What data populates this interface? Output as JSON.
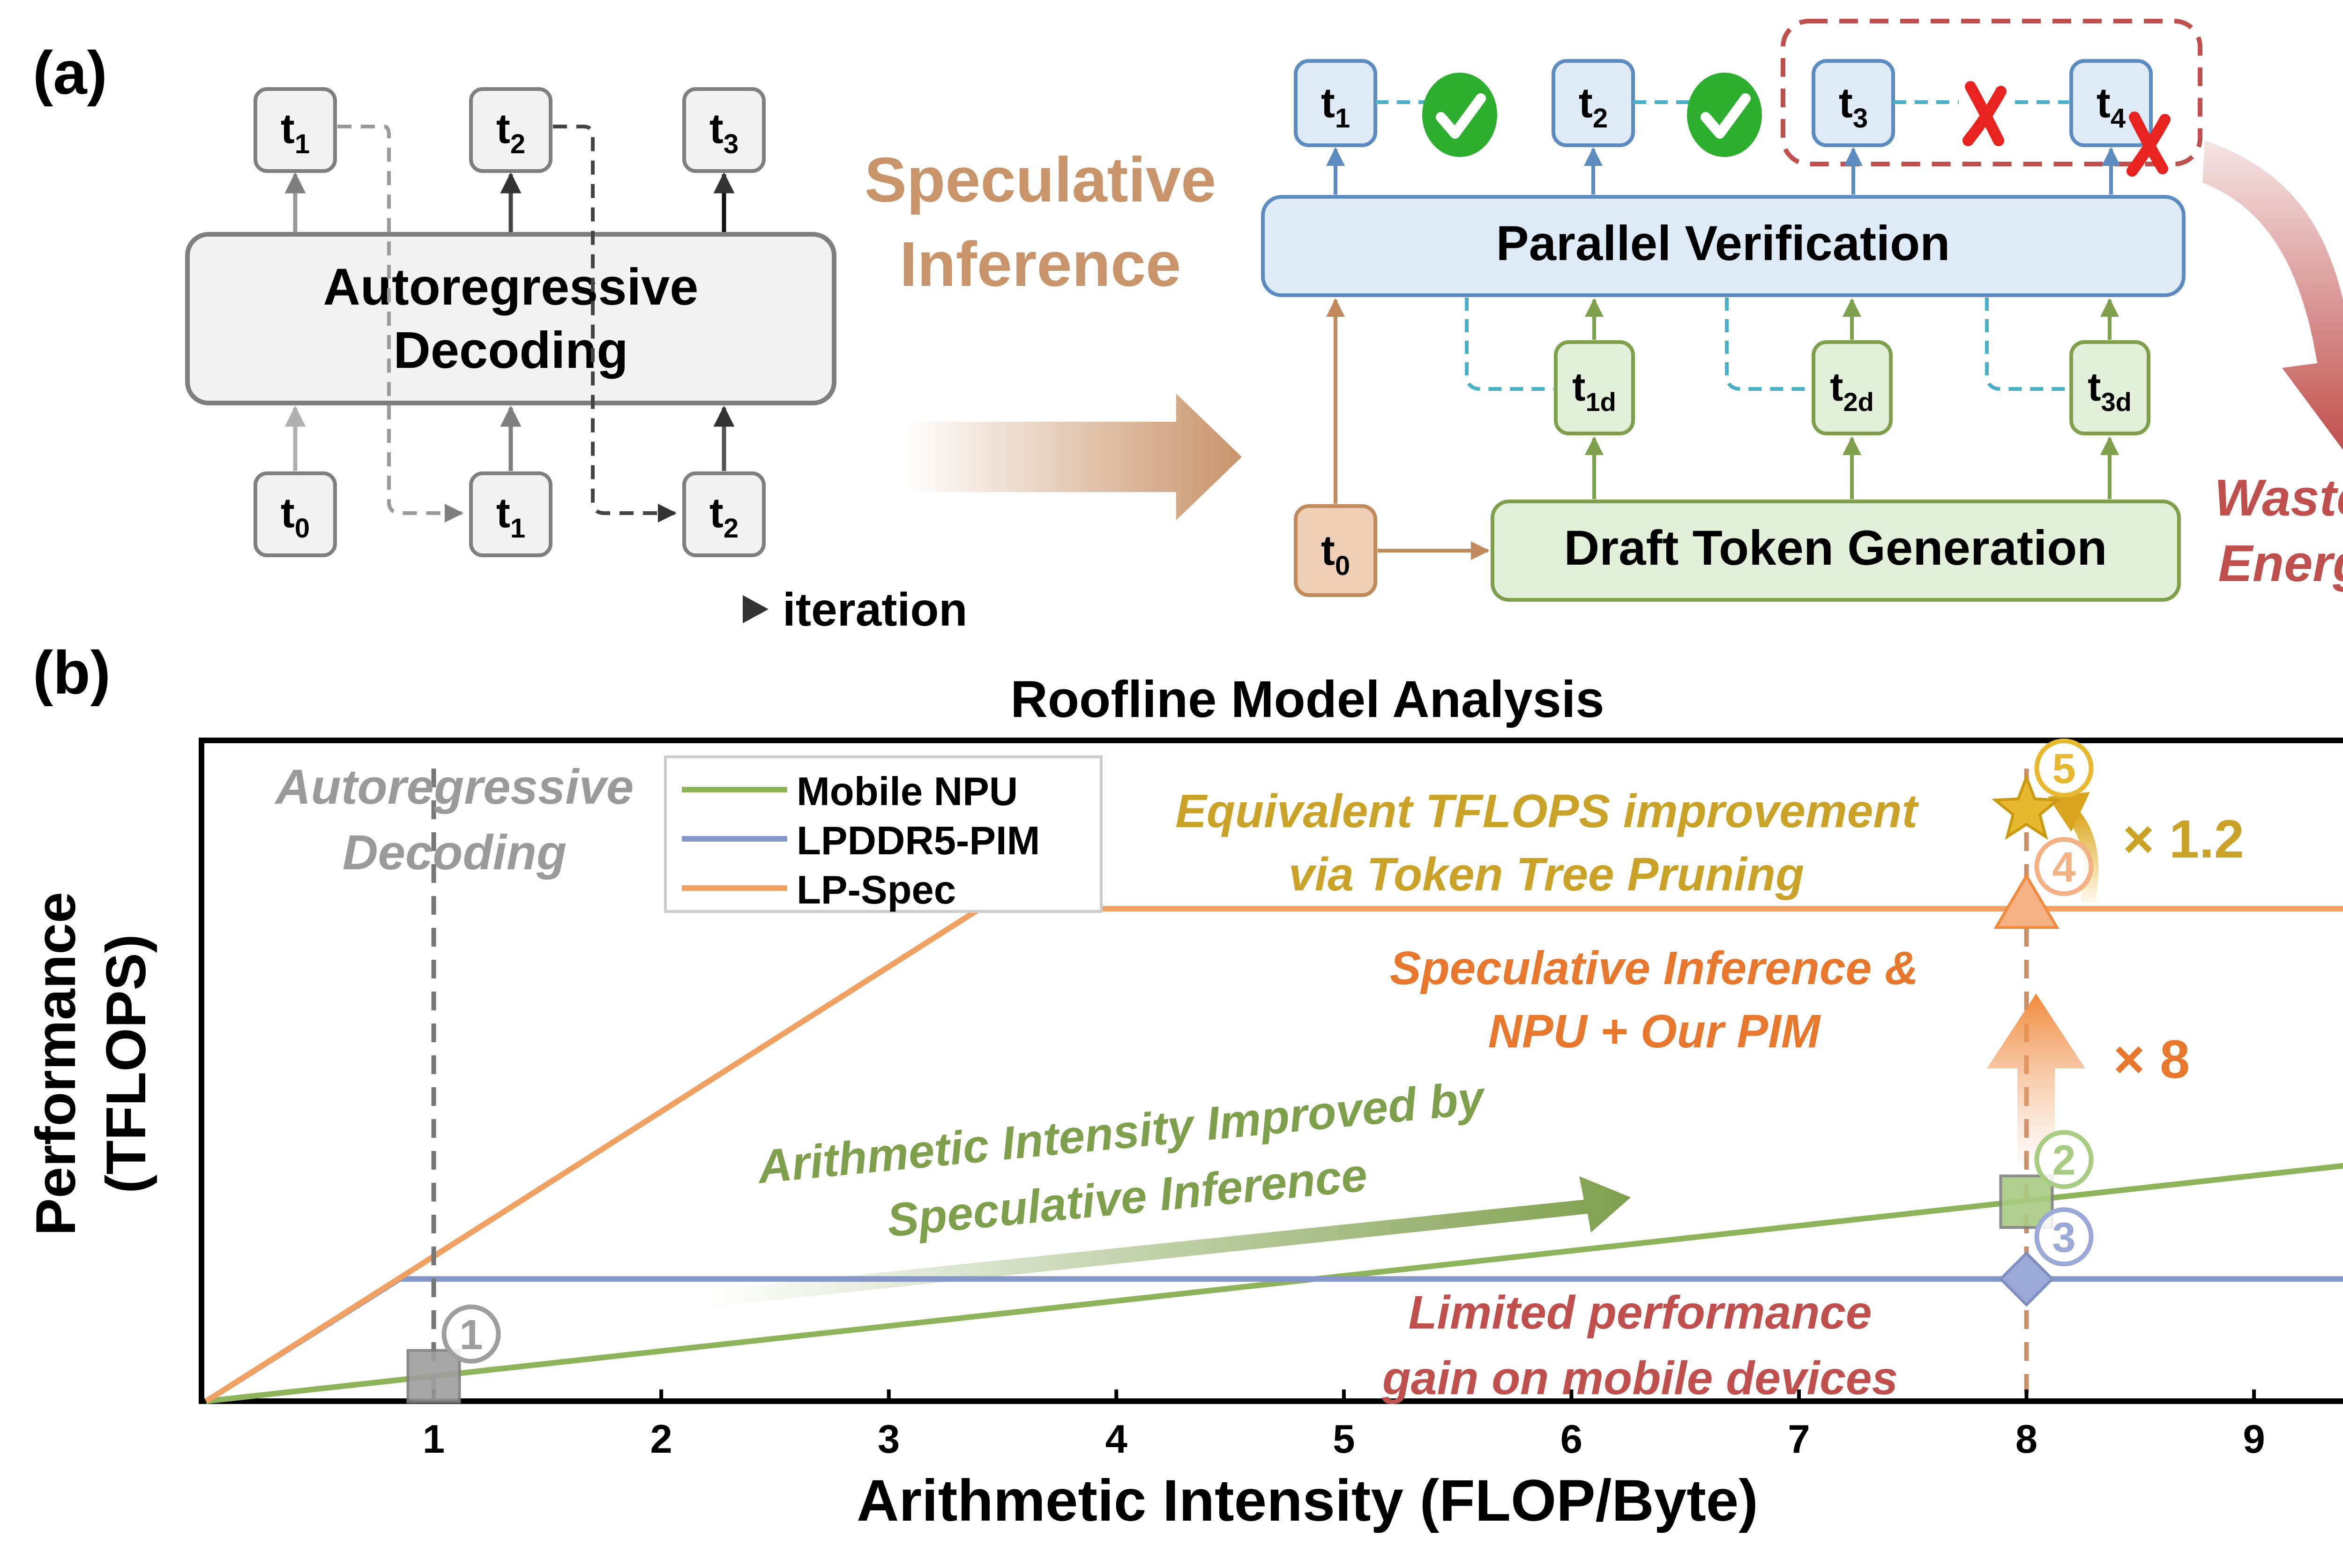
{
  "panel_a": {
    "label": "(a)",
    "autoregressive": {
      "box_line1": "Autoregressive",
      "box_line2": "Decoding",
      "outputs": [
        {
          "base": "t",
          "sub": "1"
        },
        {
          "base": "t",
          "sub": "2"
        },
        {
          "base": "t",
          "sub": "3"
        }
      ],
      "inputs": [
        {
          "base": "t",
          "sub": "0"
        },
        {
          "base": "t",
          "sub": "1"
        },
        {
          "base": "t",
          "sub": "2"
        }
      ],
      "iteration_label": "iteration"
    },
    "transition_line1": "Speculative",
    "transition_line2": "Inference",
    "speculative": {
      "verification_label": "Parallel Verification",
      "draft_label": "Draft Token Generation",
      "outputs": [
        {
          "base": "t",
          "sub": "1"
        },
        {
          "base": "t",
          "sub": "2"
        },
        {
          "base": "t",
          "sub": "3"
        },
        {
          "base": "t",
          "sub": "4"
        }
      ],
      "drafts": [
        {
          "base": "t",
          "sub": "1d"
        },
        {
          "base": "t",
          "sub": "2d"
        },
        {
          "base": "t",
          "sub": "3d"
        }
      ],
      "input": {
        "base": "t",
        "sub": "0"
      },
      "checks": [
        "accepted",
        "accepted",
        "rejected",
        "rejected"
      ],
      "wasted_line1": "Wasted",
      "wasted_line2": "Energy"
    }
  },
  "panel_b": {
    "label": "(b)",
    "annotations": {
      "autoregressive_line1": "Autoregressive",
      "autoregressive_line2": "Decoding",
      "tflops_line1": "Equivalent TFLOPS improvement",
      "tflops_line2": "via Token Tree Pruning",
      "spec_pim_line1": "Speculative Inference &",
      "spec_pim_line2": "NPU + Our PIM",
      "ai_improved_line1": "Arithmetic Intensity Improved by",
      "ai_improved_line2": "Speculative Inference",
      "limited_line1": "Limited performance",
      "limited_line2": "gain on mobile devices",
      "gain_8": "× 8",
      "gain_1_2": "× 1.2"
    },
    "markers": [
      "1",
      "2",
      "3",
      "4",
      "5"
    ]
  },
  "chart_data": {
    "type": "line",
    "title": "Roofline Model Analysis",
    "xlabel": "Arithmetic Intensity (FLOP/Byte)",
    "ylabel_line1": "Performance",
    "ylabel_line2": "(TFLOPS)",
    "xticks": [
      "1",
      "2",
      "3",
      "4",
      "5",
      "6",
      "7",
      "8",
      "9"
    ],
    "xlim": [
      0,
      9.7
    ],
    "ylim": [
      0,
      5.3
    ],
    "y_ticks_shown": false,
    "legend_position": "top-left",
    "series": [
      {
        "name": "Mobile NPU",
        "color": "#8db45a",
        "x": [
          0,
          9.7
        ],
        "y": [
          0,
          1.95
        ]
      },
      {
        "name": "LPDDR5-PIM",
        "color": "#8597c8",
        "x": [
          0,
          0.85,
          9.7
        ],
        "y": [
          0,
          0.98,
          0.98
        ]
      },
      {
        "name": "LP-Spec",
        "color": "#f0a060",
        "x": [
          0,
          3.4,
          9.7
        ],
        "y": [
          0,
          3.95,
          3.95
        ]
      }
    ],
    "points": [
      {
        "label": "1",
        "x": 1.0,
        "y": 0.2,
        "shape": "square",
        "color": "#9e9e9e"
      },
      {
        "label": "2",
        "x": 8.0,
        "y": 1.6,
        "shape": "square",
        "color": "#a9cc83"
      },
      {
        "label": "3",
        "x": 8.0,
        "y": 0.98,
        "shape": "diamond",
        "color": "#9aa9d8"
      },
      {
        "label": "4",
        "x": 8.0,
        "y": 3.95,
        "shape": "triangle",
        "color": "#f4b183"
      },
      {
        "label": "5",
        "x": 8.0,
        "y": 4.74,
        "shape": "star",
        "color": "#e8b830"
      }
    ],
    "vlines": [
      {
        "x": 1.0,
        "color": "#777777",
        "style": "dashed"
      },
      {
        "x": 8.0,
        "color": "#c8906a",
        "style": "dashed"
      }
    ]
  },
  "colors": {
    "gray_box": "#f2f2f2",
    "gray_stroke": "#7f7f7f",
    "blue_box": "#deebf7",
    "blue_stroke": "#5b8bc0",
    "green_box": "#e2efd9",
    "green_stroke": "#7ea04d",
    "tan_box": "#eecfb6",
    "tan_stroke": "#c08a5c",
    "speculative_text": "#c9946a",
    "wasted_red": "#c0504d",
    "gold_text": "#c9a227",
    "orange_text": "#e8772e",
    "green_text": "#7ea04d",
    "red_text": "#c0504d"
  }
}
